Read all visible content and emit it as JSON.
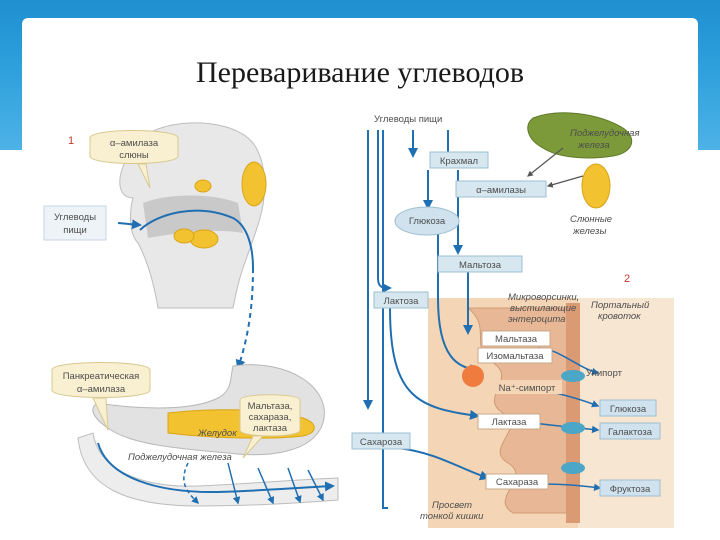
{
  "slide": {
    "title": "Переваривание углеводов"
  },
  "figure": {
    "panel1": {
      "number": "1",
      "salivary_amylase": [
        "α–амилаза",
        "слюны"
      ],
      "food_carbs": [
        "Углеводы",
        "пищи"
      ],
      "pancreatic_amylase": [
        "Панкреатическая",
        "α–амилаза"
      ],
      "enzymes": [
        "Мальтаза,",
        "сахараза,",
        "лактаза"
      ],
      "stomach": "Желудок",
      "pancreas": "Поджелудочная железа"
    },
    "panel2": {
      "number": "2",
      "food_carbs": "Углеводы пищи",
      "starch": "Крахмал",
      "alpha_amylases": "α–амилазы",
      "pancreas_gland": [
        "Поджелудочная",
        "железа"
      ],
      "glucose_top": "Глюкоза",
      "salivary_glands": [
        "Слюнные",
        "железы"
      ],
      "maltose": "Мальтоза",
      "lactose": "Лактоза",
      "microvilli": [
        "Микроворсинки,",
        "выстилающие",
        "энтероцита"
      ],
      "portal_vein": [
        "Портальный",
        "кровоток"
      ],
      "maltase": "Мальтаза",
      "isomaltase": "Изомальтаза",
      "uniport": "Унипорт",
      "symport": "Na⁺-симпорт",
      "lactase": "Лактаза",
      "glucose_out": "Глюкоза",
      "galactose_out": "Галактоза",
      "sucrose": "Сахароза",
      "sucrase": "Сахараза",
      "fructose_out": "Фруктоза",
      "intestine_lumen": [
        "Просвет",
        "тонкой кишки"
      ]
    }
  },
  "colors": {
    "header_blue": "#2ea0dc",
    "arrow_blue": "#1f6fb2",
    "gland_yellow": "#f2c230",
    "tissue_peach": "#f4d6b6",
    "red_label": "#c0392b"
  }
}
